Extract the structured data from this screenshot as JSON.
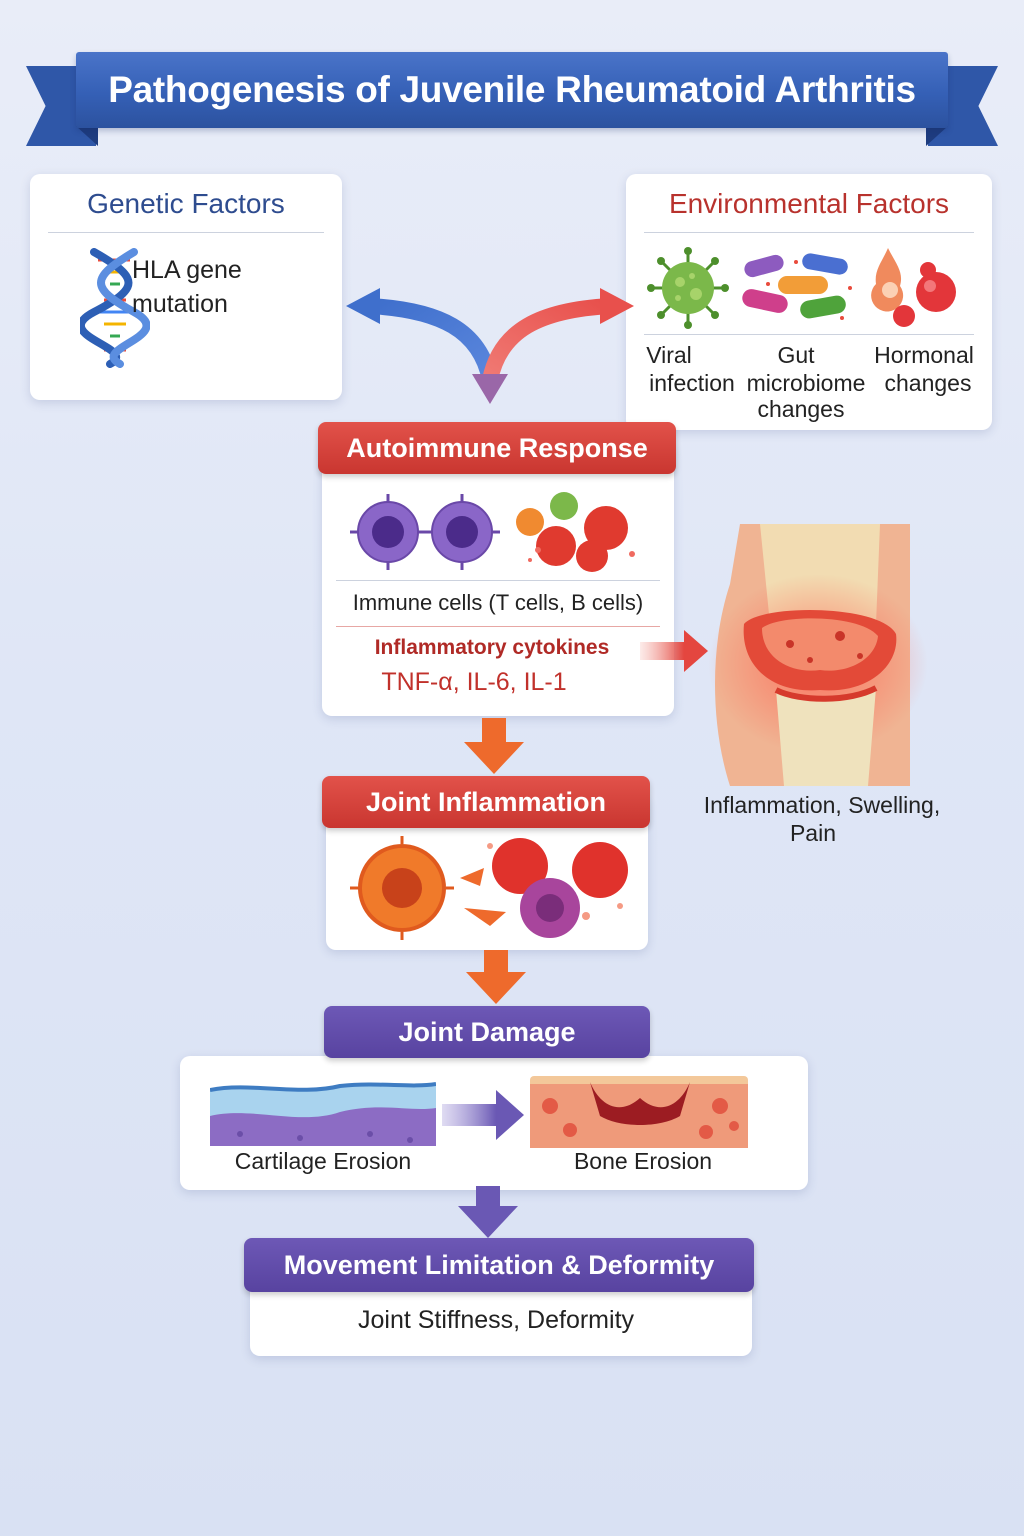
{
  "title": "Pathogenesis of Juvenile Rheumatoid Arthritis",
  "genetic": {
    "heading": "Genetic Factors",
    "item_line1": "HLA gene",
    "item_line2": "mutation"
  },
  "environmental": {
    "heading": "Environmental Factors",
    "items": [
      {
        "line1": "Viral",
        "line2": "infection",
        "line3": ""
      },
      {
        "line1": "Gut",
        "line2": "microbiome",
        "line3": "changes"
      },
      {
        "line1": "Hormonal",
        "line2": "changes",
        "line3": ""
      }
    ]
  },
  "autoimmune": {
    "heading": "Autoimmune Response",
    "immune_cells": "Immune cells (T cells, B cells)",
    "cytokines_label": "Inflammatory cytokines",
    "cytokines_list": "TNF-α, IL-6, IL-1"
  },
  "knee": {
    "caption_line1": "Inflammation, Swelling,",
    "caption_line2": "Pain"
  },
  "joint_inflammation": {
    "heading": "Joint Inflammation"
  },
  "joint_damage": {
    "heading": "Joint Damage",
    "cartilage": "Cartilage Erosion",
    "bone": "Bone Erosion"
  },
  "movement": {
    "heading": "Movement Limitation & Deformity",
    "detail": "Joint Stiffness, Deformity"
  },
  "colors": {
    "title_blue": "#3560b6",
    "red_header": "#d63e37",
    "purple_header": "#5f4aa8",
    "arrow_orange": "#ee6a2c",
    "arrow_purple": "#6a58b4"
  }
}
